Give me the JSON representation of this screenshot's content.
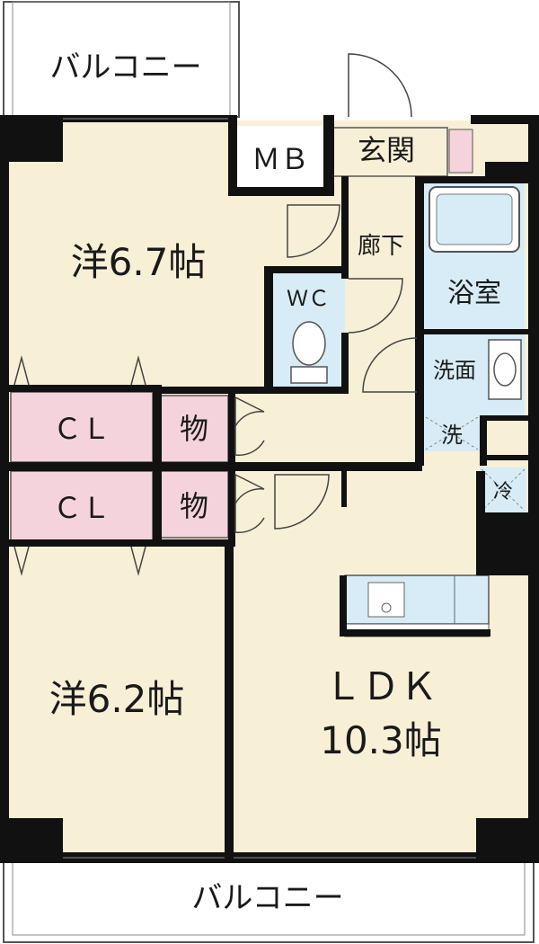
{
  "floorplan": {
    "balcony_top": "バルコニー",
    "balcony_bottom": "バルコニー",
    "room_west_top": "洋6.7帖",
    "room_west_bottom": "洋6.2帖",
    "ldk_name": "ＬＤＫ",
    "ldk_size": "10.3帖",
    "mb": "ＭＢ",
    "entrance": "玄関",
    "hallway": "廊下",
    "wc": "ＷＣ",
    "bathroom": "浴室",
    "washroom": "洗面",
    "washer": "洗",
    "fridge": "冷",
    "closet_1": "ＣＬ",
    "closet_2": "ＣＬ",
    "storage_1": "物",
    "storage_2": "物"
  },
  "colors": {
    "room_fill": "#f8f0d6",
    "wall": "#111111",
    "closet_fill": "#f5d3dc",
    "wet_fill": "#d7ecf7",
    "outline": "#555555"
  }
}
